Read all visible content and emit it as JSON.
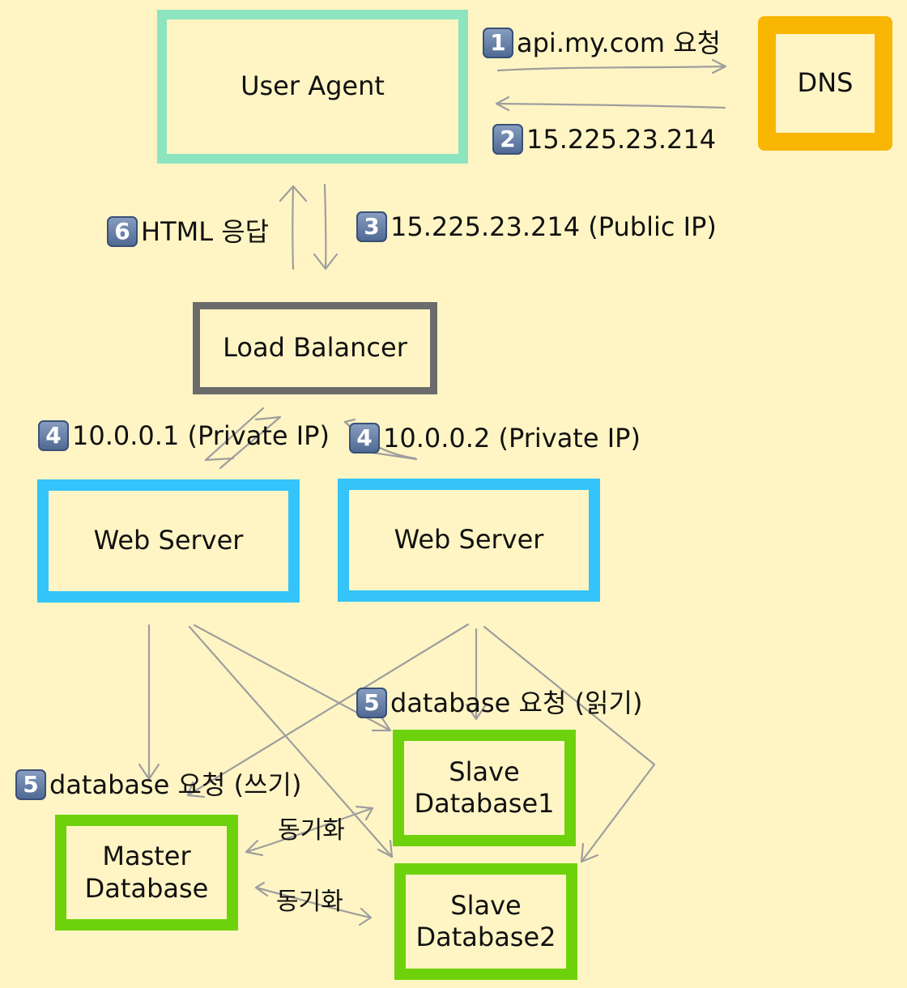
{
  "nodes": {
    "user_agent": "User Agent",
    "dns": "DNS",
    "load_balancer": "Load Balancer",
    "web_server_1": "Web Server",
    "web_server_2": "Web Server",
    "slave_database_1": "Slave\nDatabase1",
    "slave_database_2": "Slave\nDatabase2",
    "master_database": "Master\nDatabase"
  },
  "steps": [
    {
      "number": "1",
      "text": "api.my.com 요청"
    },
    {
      "number": "2",
      "text": "15.225.23.214"
    },
    {
      "number": "3",
      "text": "15.225.23.214 (Public IP)"
    },
    {
      "number": "6",
      "text": "HTML 응답"
    },
    {
      "number": "4",
      "text": "10.0.0.1 (Private IP)"
    },
    {
      "number": "4",
      "text": "10.0.0.2 (Private IP)"
    },
    {
      "number": "5",
      "text": "database 요청 (읽기)"
    },
    {
      "number": "5",
      "text": "database 요청 (쓰기)"
    }
  ],
  "sync_labels": [
    "동기화",
    "동기화"
  ],
  "colors": {
    "background": "#fff5c4",
    "user_agent_border": "#8de5bf",
    "dns_border": "#f8b603",
    "load_balancer_border": "#6b6b6b",
    "web_server_border": "#34c4fa",
    "database_border": "#6dd20b",
    "arrow": "#9e9e9e",
    "badge": "#5b76a0"
  }
}
